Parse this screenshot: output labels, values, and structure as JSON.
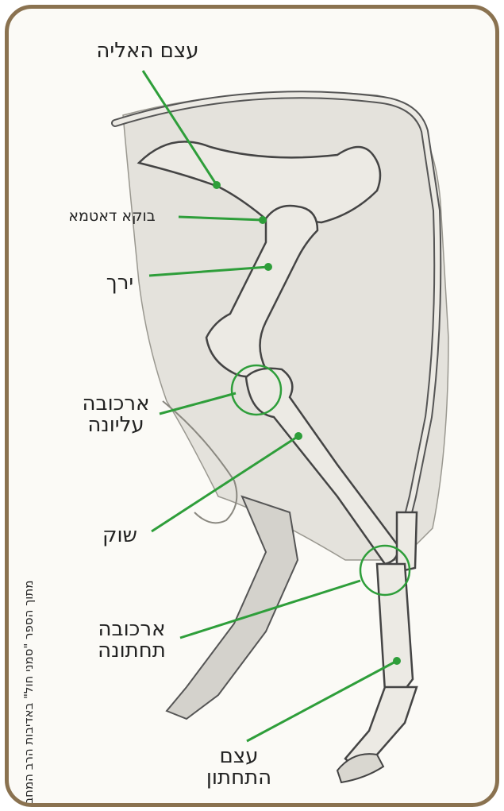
{
  "labels": {
    "pelvis": "עצם האליה",
    "hip_joint": "בוקא דאטמא",
    "thigh": "ירך",
    "upper_joint": "ארכובה\nעליונה",
    "shank": "שוק",
    "lower_joint": "ארכובה\nתחתונה",
    "lower_bone": "עצם\nהתחתון"
  },
  "credit": "מתוך הספר \"סמני חול\" באדיבות הרב המחבר",
  "colors": {
    "frame": "#8a7250",
    "pointer": "#2e9e3a",
    "bone_fill": "#eceae4",
    "bone_stroke": "#444444"
  }
}
